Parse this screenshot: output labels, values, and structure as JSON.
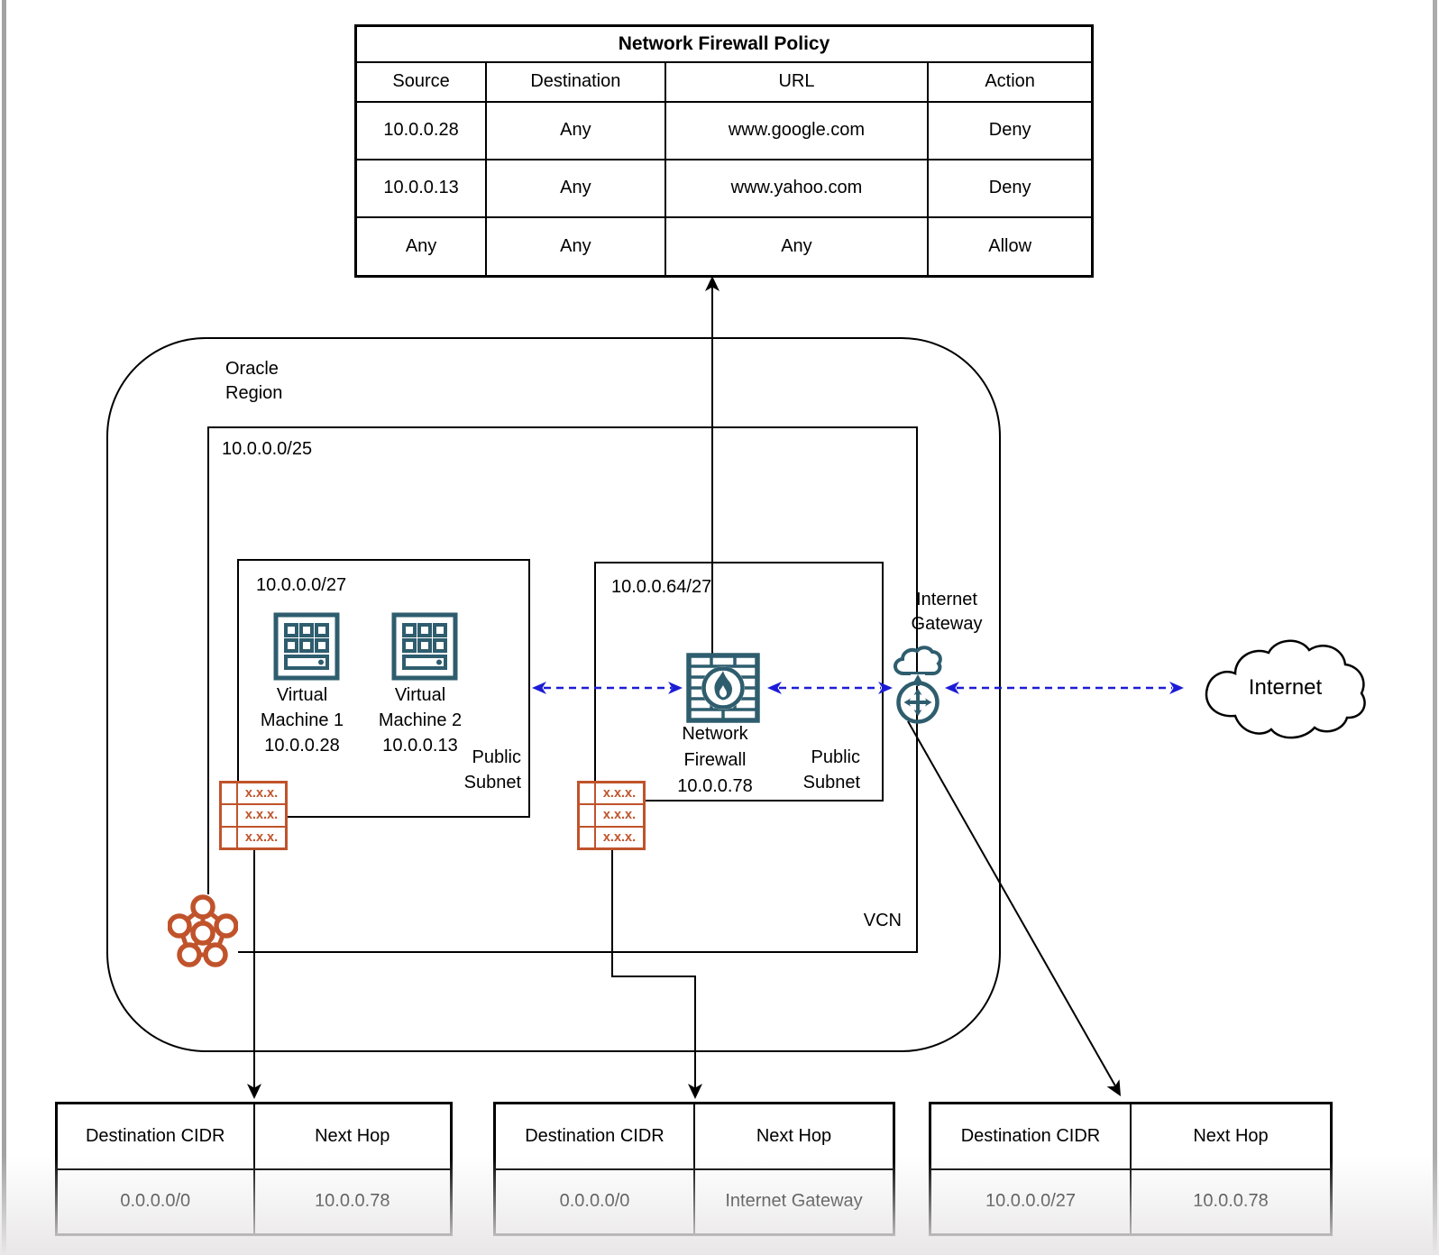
{
  "policy_table": {
    "title": "Network Firewall Policy",
    "columns": [
      "Source",
      "Destination",
      "URL",
      "Action"
    ],
    "rows": [
      [
        "10.0.0.28",
        "Any",
        "www.google.com",
        "Deny"
      ],
      [
        "10.0.0.13",
        "Any",
        "www.yahoo.com",
        "Deny"
      ],
      [
        "Any",
        "Any",
        "Any",
        "Allow"
      ]
    ]
  },
  "region": {
    "lines": [
      "Oracle",
      "Region"
    ]
  },
  "vcn": {
    "cidr": "10.0.0.0/25",
    "label": "VCN"
  },
  "subnets": {
    "left": {
      "cidr": "10.0.0.0/27",
      "type_lines": [
        "Public",
        "Subnet"
      ]
    },
    "right": {
      "cidr": "10.0.0.64/27",
      "type_lines": [
        "Public",
        "Subnet"
      ]
    }
  },
  "nodes": {
    "vm1": {
      "lines": [
        "Virtual",
        "Machine 1"
      ],
      "ip": "10.0.0.28"
    },
    "vm2": {
      "lines": [
        "Virtual",
        "Machine 2"
      ],
      "ip": "10.0.0.13"
    },
    "firewall": {
      "lines": [
        "Network",
        "Firewall"
      ],
      "ip": "10.0.0.78"
    },
    "internet_gateway": {
      "lines": [
        "Internet",
        "Gateway"
      ]
    },
    "internet_cloud": {
      "label": "Internet"
    }
  },
  "icons": {
    "route_table_text": "x.x.x."
  },
  "route_tables": [
    {
      "columns": [
        "Destination CIDR",
        "Next Hop"
      ],
      "rows": [
        [
          "0.0.0.0/0",
          "10.0.0.78"
        ]
      ]
    },
    {
      "columns": [
        "Destination CIDR",
        "Next Hop"
      ],
      "rows": [
        [
          "0.0.0.0/0",
          "Internet Gateway"
        ]
      ]
    },
    {
      "columns": [
        "Destination CIDR",
        "Next Hop"
      ],
      "rows": [
        [
          "10.0.0.0/27",
          "10.0.0.78"
        ]
      ]
    }
  ],
  "colors": {
    "teal": "#2e5d6e",
    "orange": "#c0532b",
    "blue": "#1c1cd6",
    "line": "#000000"
  }
}
